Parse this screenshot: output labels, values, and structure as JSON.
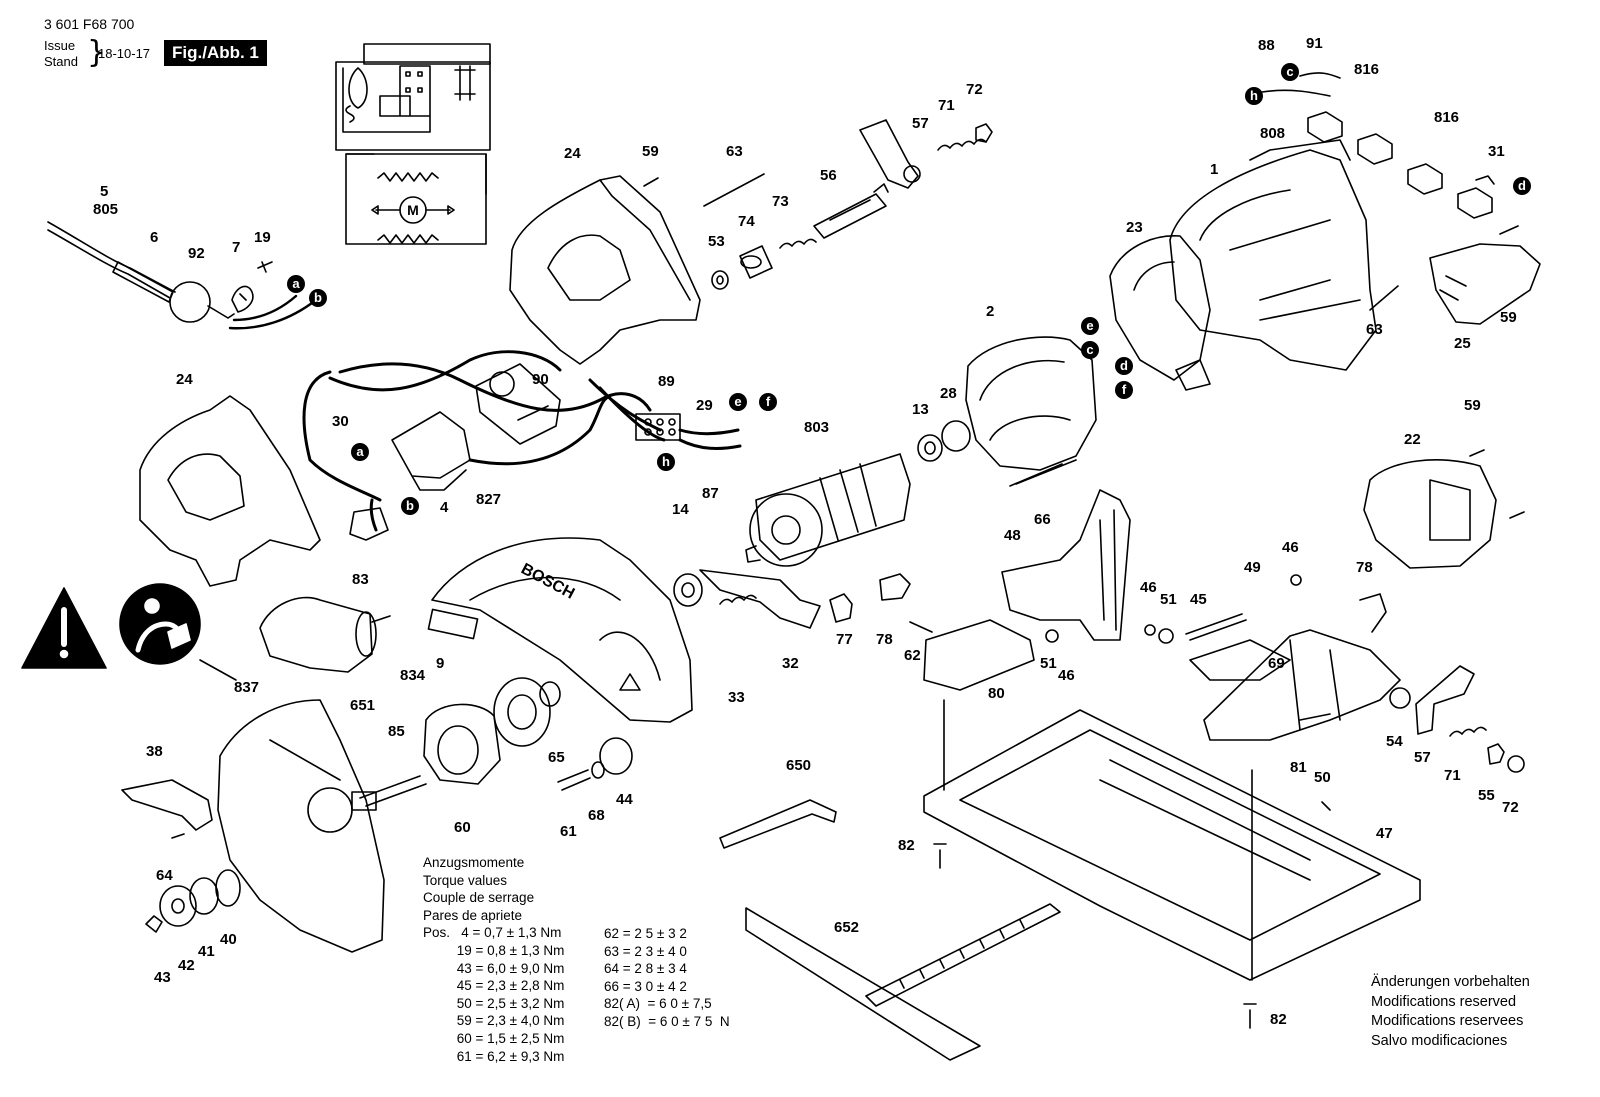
{
  "header": {
    "doc_number": "3 601 F68 700",
    "issue_label": "Issue",
    "stand_label": "Stand",
    "date": "18-10-17",
    "figure_label": "Fig./Abb. 1"
  },
  "callouts": {
    "c1": "1",
    "c2": "2",
    "c4": "4",
    "c5": "5",
    "c6": "6",
    "c7": "7",
    "c9": "9",
    "c13": "13",
    "c14": "14",
    "c19": "19",
    "c22": "22",
    "c23": "23",
    "c24a": "24",
    "c24b": "24",
    "c25": "25",
    "c28": "28",
    "c29": "29",
    "c30": "30",
    "c31": "31",
    "c32": "32",
    "c33": "33",
    "c38": "38",
    "c40": "40",
    "c41": "41",
    "c42": "42",
    "c43": "43",
    "c44": "44",
    "c45": "45",
    "c46a": "46",
    "c46b": "46",
    "c46c": "46",
    "c47": "47",
    "c48": "48",
    "c49": "49",
    "c50": "50",
    "c51a": "51",
    "c51b": "51",
    "c53": "53",
    "c54": "54",
    "c55": "55",
    "c56": "56",
    "c57a": "57",
    "c57b": "57",
    "c59a": "59",
    "c59b": "59",
    "c59c": "59",
    "c60": "60",
    "c61": "61",
    "c62": "62",
    "c63a": "63",
    "c63b": "63",
    "c64": "64",
    "c65": "65",
    "c66": "66",
    "c68": "68",
    "c69": "69",
    "c71a": "71",
    "c71b": "71",
    "c72a": "72",
    "c72b": "72",
    "c73": "73",
    "c74": "74",
    "c77": "77",
    "c78a": "78",
    "c78b": "78",
    "c80": "80",
    "c81": "81",
    "c82a": "82",
    "c82b": "82",
    "c83": "83",
    "c85": "85",
    "c87": "87",
    "c88": "88",
    "c89": "89",
    "c90": "90",
    "c91": "91",
    "c92": "92",
    "c650": "650",
    "c651": "651",
    "c652": "652",
    "c803": "803",
    "c805": "805",
    "c808": "808",
    "c816a": "816",
    "c816b": "816",
    "c827": "827",
    "c834": "834",
    "c837": "837"
  },
  "wire_letters": {
    "a": "a",
    "b": "b",
    "c": "c",
    "d": "d",
    "e": "e",
    "f": "f",
    "h": "h"
  },
  "guard_text": "BOSCH",
  "motor_label": "M",
  "torque": {
    "heading": [
      "Anzugsmomente",
      "Torque values",
      "Couple de serrage",
      "Pares de apriete"
    ],
    "col1": [
      "Pos.   4 = 0,7 ± 1,3 Nm",
      "         19 = 0,8 ± 1,3 Nm",
      "         43 = 6,0 ± 9,0 Nm",
      "         45 = 2,3 ± 2,8 Nm",
      "         50 = 2,5 ± 3,2 Nm",
      "         59 = 2,3 ± 4,0 Nm",
      "         60 = 1,5 ± 2,5 Nm",
      "         61 = 6,2 ± 9,3 Nm"
    ],
    "col2": [
      "62 = 2 5 ± 3 2",
      "63 = 2 3 ± 4 0",
      "64 = 2 8 ± 3 4",
      "66 = 3 0 ± 4 2",
      "82( A)  = 6 0 ± 7,5",
      "82( B)  = 6 0 ± 7 5  N"
    ]
  },
  "notice": [
    "Änderungen vorbehalten",
    "Modifications reserved",
    "Modifications reservees",
    "Salvo modificaciones"
  ]
}
